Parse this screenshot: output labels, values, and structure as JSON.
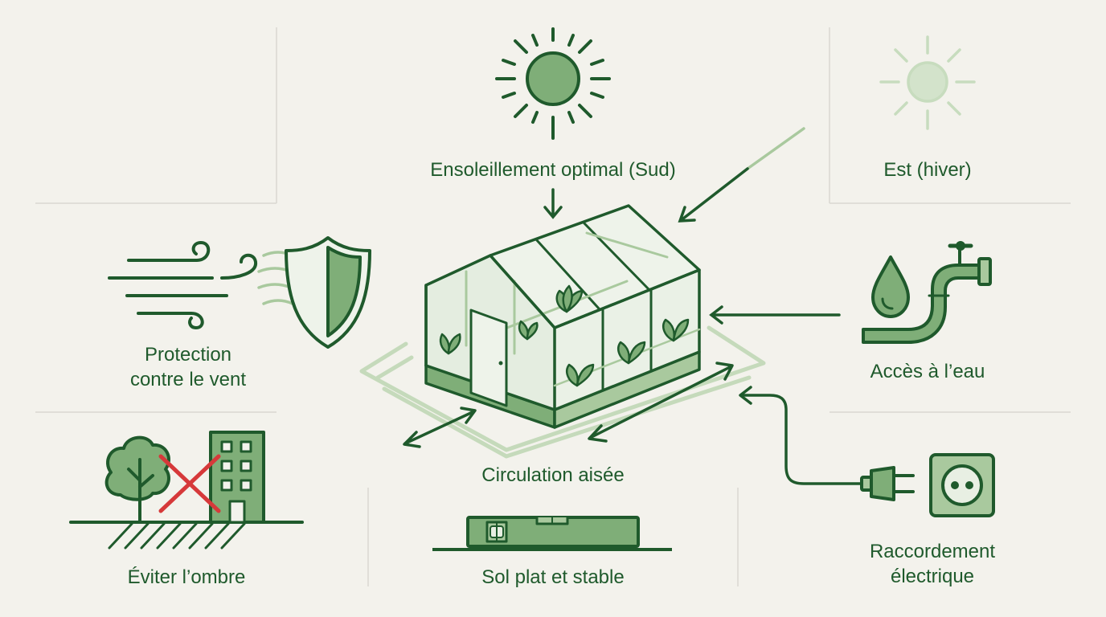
{
  "labels": {
    "sun_south": "Ensoleillement optimal (Sud)",
    "sun_east": "Est (hiver)",
    "wind_line1": "Protection",
    "wind_line2": "contre le vent",
    "water": "Accès à l’eau",
    "circulation": "Circulation aisée",
    "shade": "Éviter l’ombre",
    "ground": "Sol plat et stable",
    "power_line1": "Raccordement",
    "power_line2": "électrique"
  },
  "icons": [
    "sun-icon",
    "faded-sun-icon",
    "greenhouse-icon",
    "wind-icon",
    "shield-icon",
    "water-drop-icon",
    "faucet-icon",
    "tree-icon",
    "building-icon",
    "cross-icon",
    "spirit-level-icon",
    "plug-icon",
    "socket-icon"
  ],
  "colors": {
    "background": "#f3f2ec",
    "primary": "#1f5a2c",
    "light_green": "#a9c99e",
    "fill_green": "#7fae78",
    "pale_green": "#cfe0c6",
    "cross_red": "#d6393a"
  }
}
